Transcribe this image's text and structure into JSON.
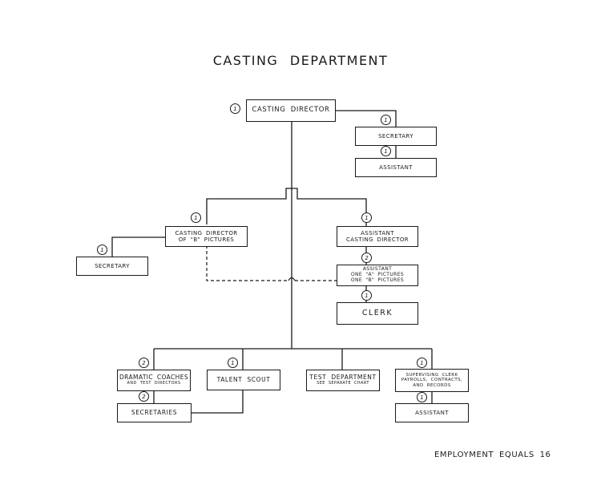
{
  "title": "CASTING DEPARTMENT",
  "footer": "EMPLOYMENT EQUALS 16",
  "nodes": {
    "casting_director": {
      "line1": "CASTING DIRECTOR",
      "count": "1"
    },
    "secretary_top": {
      "line1": "SECRETARY",
      "count": "1"
    },
    "assistant_top": {
      "line1": "ASSISTANT",
      "count": "1"
    },
    "casting_director_b": {
      "line1": "CASTING DIRECTOR",
      "line2": "OF \"B\" PICTURES",
      "count": "1"
    },
    "secretary_left": {
      "line1": "SECRETARY",
      "count": "1"
    },
    "assistant_casting_director": {
      "line1": "ASSISTANT",
      "line2": "CASTING DIRECTOR",
      "count": "1"
    },
    "assistant_ab": {
      "line1": "ASSISTANT",
      "line2": "ONE \"A\" PICTURES",
      "line3": "ONE \"B\" PICTURES",
      "count": "2"
    },
    "clerk": {
      "line1": "CLERK",
      "count": "1"
    },
    "dramatic_coaches": {
      "line1": "DRAMATIC COACHES",
      "line2": "AND TEST DIRECTORS",
      "count": "2"
    },
    "secretaries": {
      "line1": "SECRETARIES",
      "count": "2"
    },
    "talent_scout": {
      "line1": "TALENT SCOUT",
      "count": "1"
    },
    "test_department": {
      "line1": "TEST DEPARTMENT",
      "line2": "SEE SEPARATE CHART"
    },
    "supervising_clerk": {
      "line1": "SUPERVISING CLERK",
      "line2": "PAYROLLS, CONTRACTS,",
      "line3": "AND RECORDS",
      "count": "1"
    },
    "assistant_bottom": {
      "line1": "ASSISTANT",
      "count": "1"
    }
  }
}
